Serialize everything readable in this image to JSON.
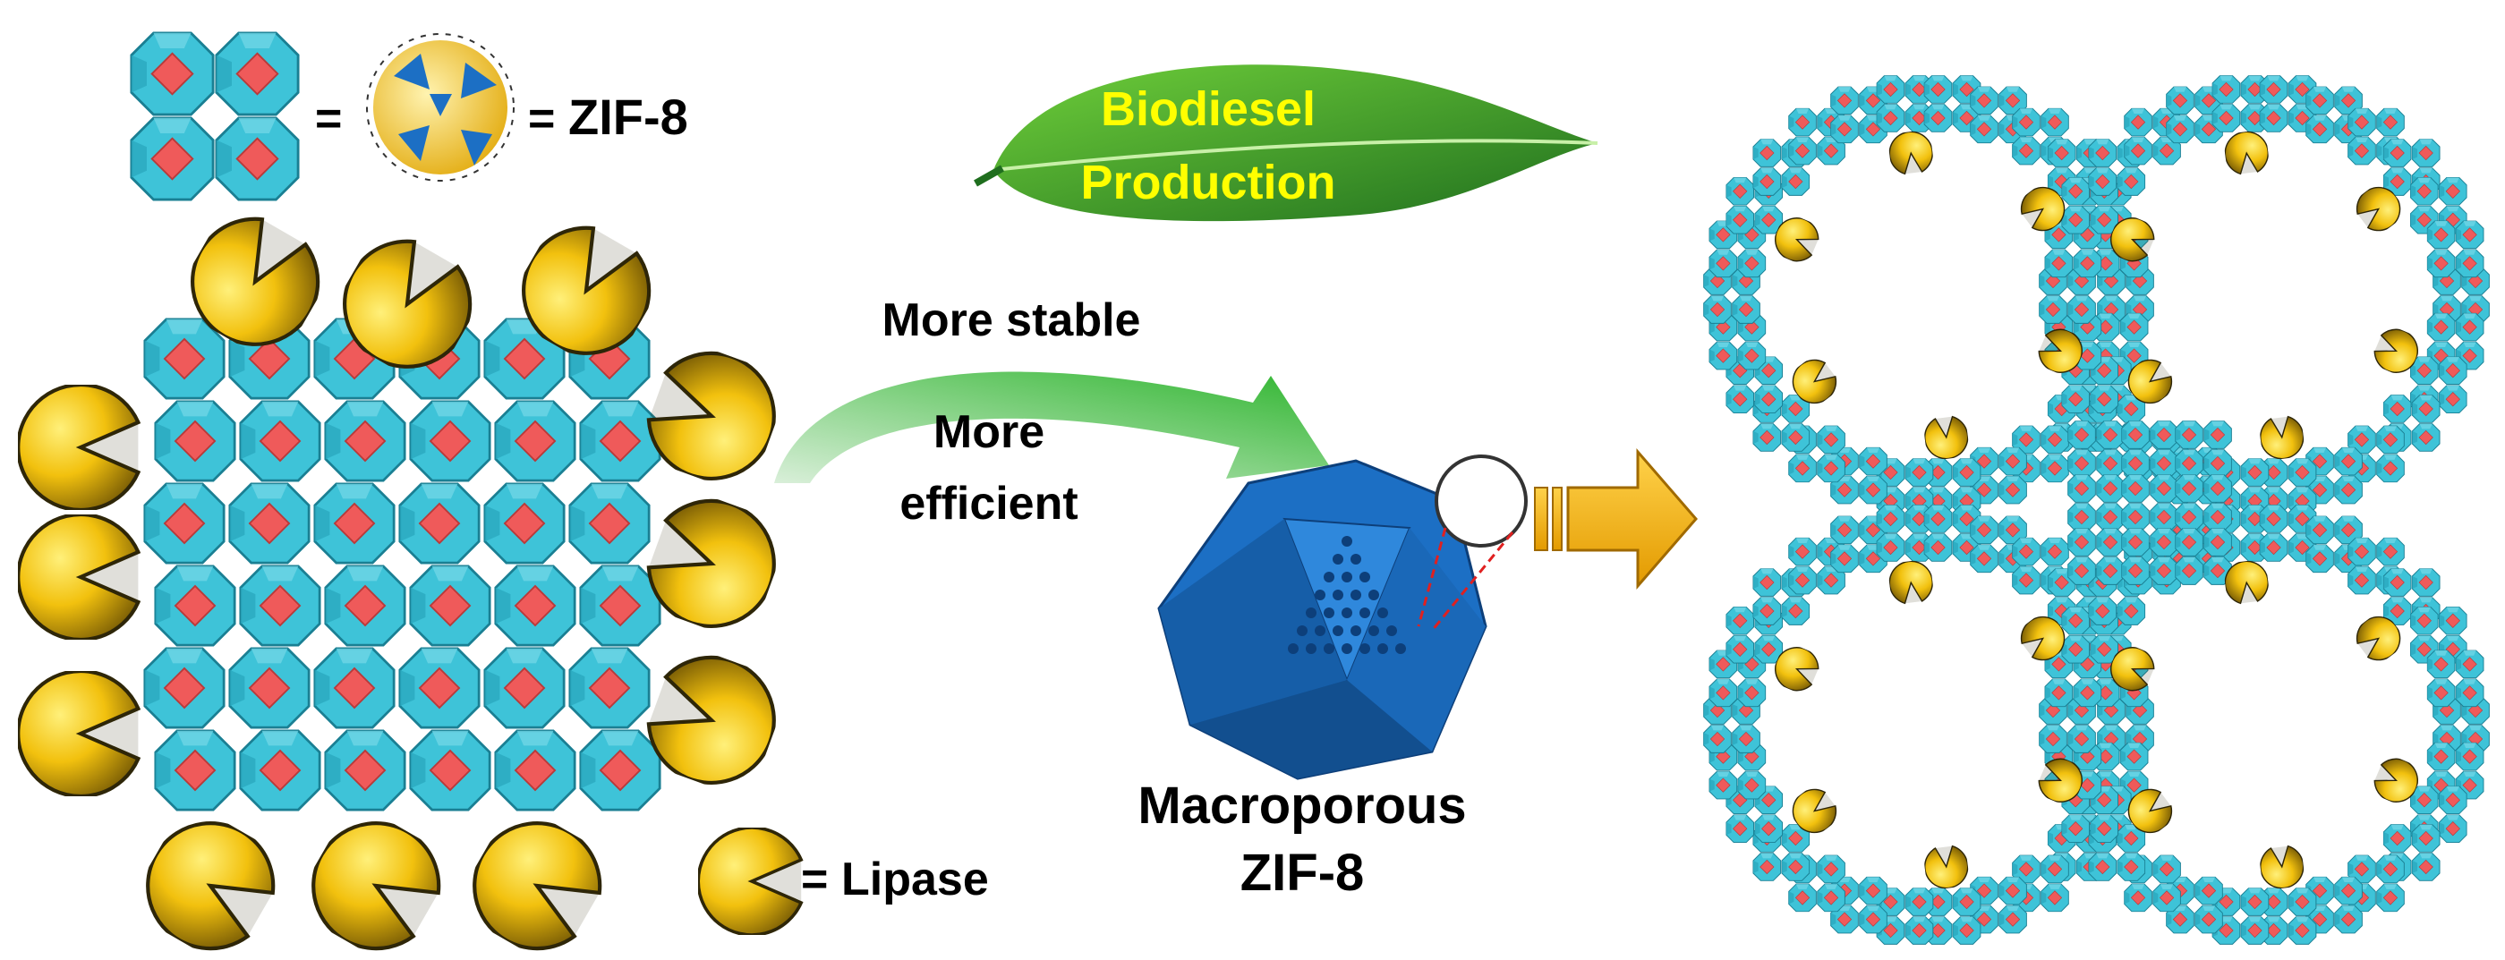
{
  "legend": {
    "equals_1": "=",
    "equals_2": "=",
    "zif8_label": "ZIF-8",
    "lipase_equals": "=",
    "lipase_label": "Lipase"
  },
  "leaf": {
    "line1": "Biodiesel",
    "line2": "Production"
  },
  "arrow_labels": {
    "stable": "More stable",
    "efficient_1": "More",
    "efficient_2": "efficient"
  },
  "crystal": {
    "line1": "Macroporous",
    "line2": "ZIF-8"
  },
  "colors": {
    "cube_cyan": "#3ec3d8",
    "square_red": "#ef5a5a",
    "lipase_gold": "#f2c10e",
    "lipase_dark": "#2e2608",
    "leaf_green": "#2e8f2a",
    "leaf_text": "#ffff00",
    "arrow_green": "#3fb93f",
    "block_arrow": "#f5b417",
    "crystal_blue": "#1c6fc4"
  }
}
